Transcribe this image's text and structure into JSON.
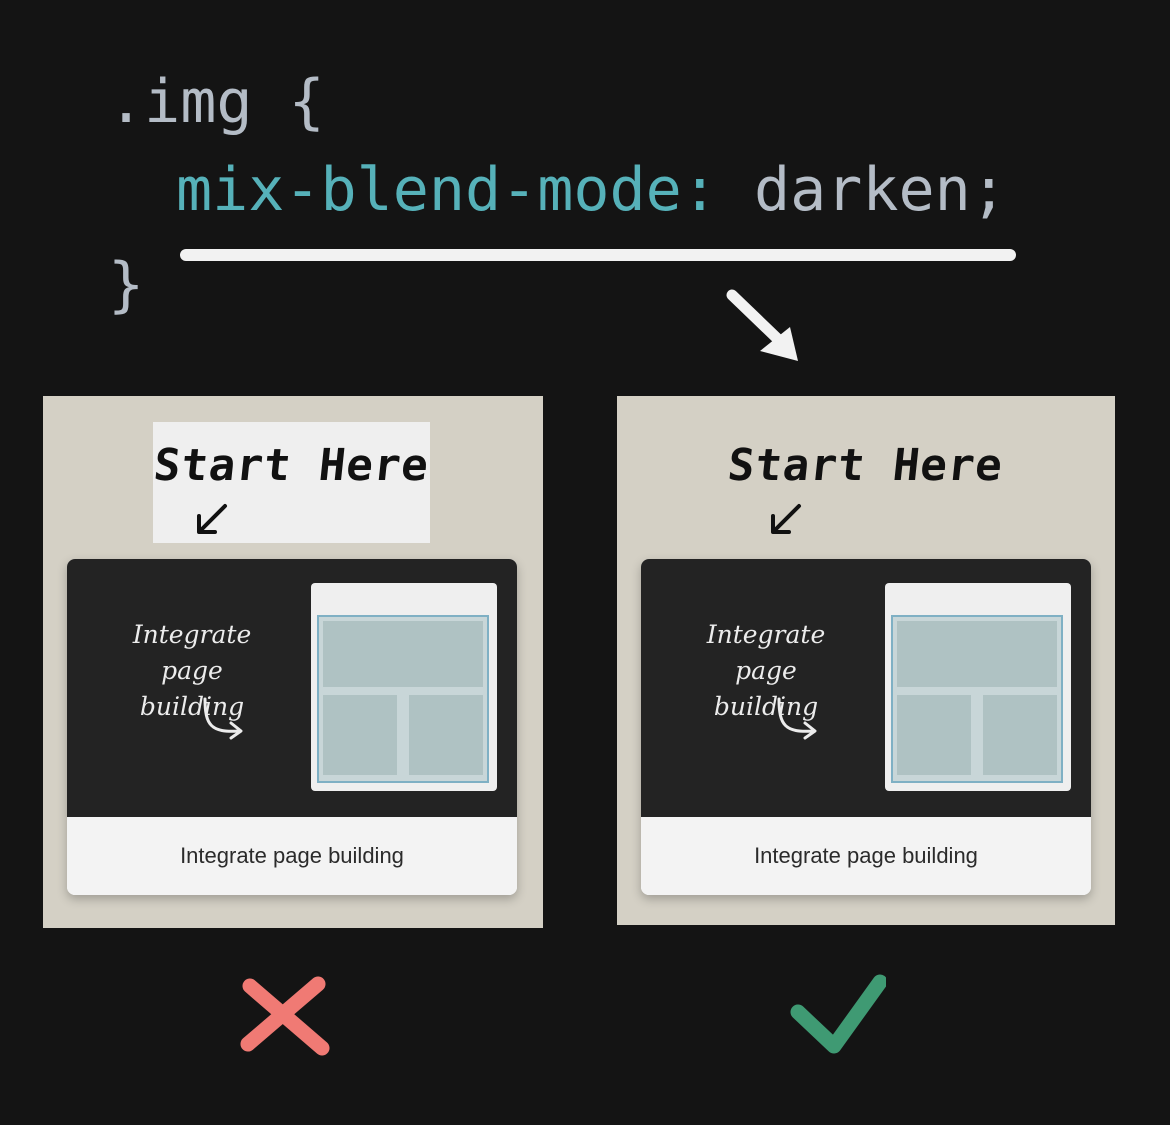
{
  "code": {
    "selector": ".img {",
    "property": "mix-blend-mode:",
    "value": " darken;",
    "closing": "}"
  },
  "examples": [
    {
      "heading": "Start Here",
      "card_text_line1": "Integrate",
      "card_text_line2": "page building",
      "caption": "Integrate page building",
      "verdict": "wrong",
      "verdict_icon": "cross-icon",
      "verdict_color": "#f07a74"
    },
    {
      "heading": "Start Here",
      "card_text_line1": "Integrate",
      "card_text_line2": "page building",
      "caption": "Integrate page building",
      "verdict": "correct",
      "verdict_icon": "check-icon",
      "verdict_color": "#3f9a73"
    }
  ],
  "colors": {
    "background": "#141414",
    "property_color": "#56b1b9",
    "code_text": "#b4bcc6",
    "panel_background": "#d4d0c5"
  }
}
